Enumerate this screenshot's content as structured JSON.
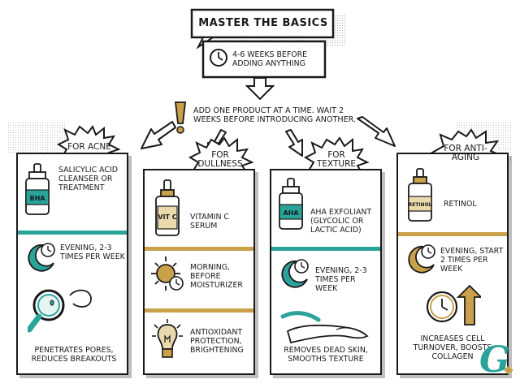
{
  "header": {
    "title": "MASTER THE BASICS",
    "subtitle": "4-6 WEEKS BEFORE ADDING ANYTHING"
  },
  "notice": {
    "text": "ADD ONE PRODUCT AT A TIME. WAIT 2 WEEKS BEFORE INTRODUCING ANOTHER."
  },
  "colors": {
    "teal": "#2aa39a",
    "gold": "#c9a14a",
    "ink": "#1a1a1a"
  },
  "cards": [
    {
      "label": "FOR ACNE",
      "bottle_label": "BHA",
      "product": "SALICYLIC ACID CLEANSER OR TREATMENT",
      "timing": "EVENING, 2-3 TIMES PER WEEK",
      "benefit": "PENETRATES PORES, REDUCES BREAKOUTS",
      "icons": [
        "dropper-bottle-icon",
        "moon-clock-icon",
        "magnifier-pore-icon"
      ]
    },
    {
      "label": "FOR DULLNESS",
      "bottle_label": "VIT C",
      "product": "VITAMIN C SERUM",
      "timing": "MORNING, BEFORE MOISTURIZER",
      "benefit": "ANTIOXIDANT PROTECTION, BRIGHTENING",
      "icons": [
        "serum-bottle-icon",
        "sun-clock-icon",
        "lightbulb-icon"
      ]
    },
    {
      "label": "FOR TEXTURE",
      "bottle_label": "AHA",
      "product": "AHA EXFOLIANT (GLYCOLIC OR LACTIC ACID)",
      "timing": "EVENING, 2-3 TIMES PER WEEK",
      "benefit": "REMOVES DEAD SKIN, SMOOTHS TEXTURE",
      "icons": [
        "dropper-bottle-icon",
        "moon-clock-icon",
        "smooth-skin-icon"
      ]
    },
    {
      "label": "FOR ANTI-AGING",
      "bottle_label": "RETINOL",
      "product": "RETINOL",
      "timing": "EVENING, START 2 TIMES PER WEEK",
      "benefit": "INCREASES CELL TURNOVER, BOOSTS COLLAGEN",
      "icons": [
        "dropper-bottle-icon",
        "moon-clock-icon",
        "clock-arrow-up-icon"
      ]
    }
  ],
  "logo": {
    "mark": "G"
  }
}
